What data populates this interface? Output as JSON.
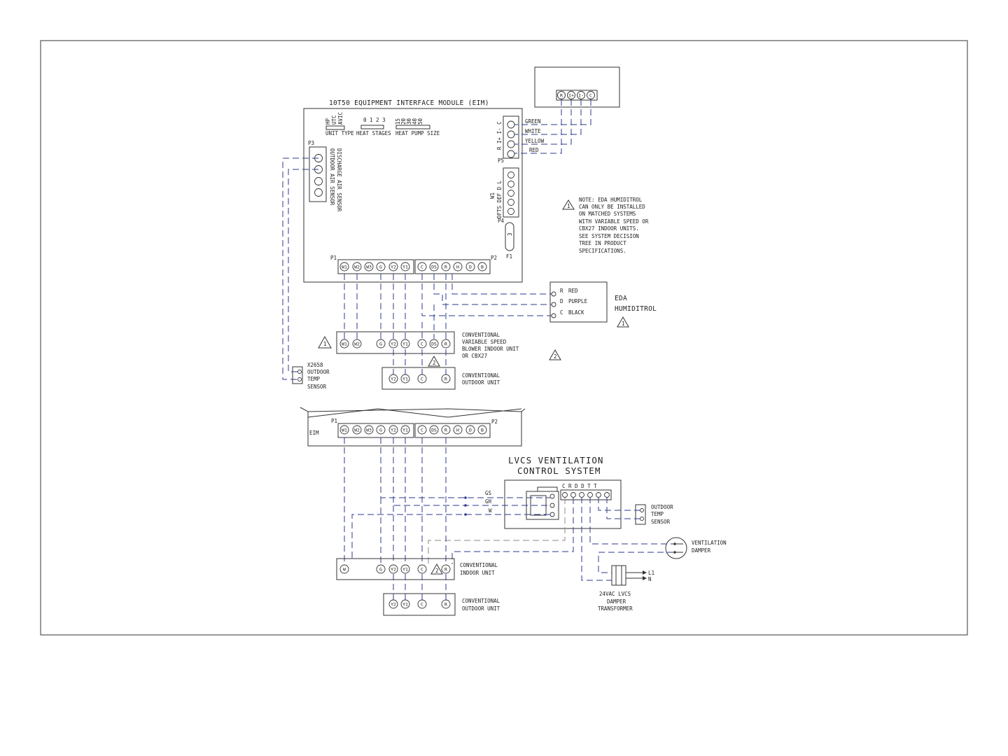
{
  "eim": {
    "title": "10T50 EQUIPMENT INTERFACE MODULE (EIM)",
    "jumper_unit_type_opts": [
      "HP",
      "UTC",
      "AVIC"
    ],
    "unit_type_label": "UNIT TYPE",
    "heat_stages_digits": "0 1 2 3",
    "heat_stages_label": "HEAT STAGES",
    "heat_pump_sizes": [
      "15",
      "20",
      "30",
      "40",
      "50"
    ],
    "heat_pump_size_label": "HEAT PUMP SIZE",
    "p3_label": "P3",
    "outdoor_air_sensor": "OUTDOOR AIR SENSOR",
    "discharge_air_sensor": "DISCHARGE AIR SENSOR",
    "p5_label": "P5",
    "p5_pins": "R  I+  I-  C",
    "p4_label": "P4",
    "w1_label": "W1",
    "defrost_pins": "DFTS DEF  D  L",
    "f1_label": "F1",
    "fuse_label": "3",
    "p1_label": "P1",
    "p2_label": "P2",
    "p1_terminals": [
      "W1",
      "W2",
      "W3",
      "G",
      "Y2",
      "Y1"
    ],
    "p2_terminals": [
      "C",
      "DS",
      "R",
      "H",
      "D",
      "B"
    ]
  },
  "thermostat": {
    "terminals": [
      "R",
      "I+",
      "I-",
      "C"
    ],
    "wires": [
      "GREEN",
      "WHITE",
      "YELLOW",
      "RED"
    ]
  },
  "note": {
    "marker": "1",
    "lines": [
      "NOTE: EDA HUMIDITROL",
      "CAN ONLY BE INSTALLED",
      "ON MATCHED SYSTEMS",
      "WITH VARIABLE SPEED OR",
      "CBX27 INDOOR UNITS.",
      "SEE SYSTEM DECISION",
      "TREE IN PRODUCT",
      "SPECIFICATIONS."
    ]
  },
  "eda": {
    "rows": [
      {
        "term": "R",
        "color": "RED"
      },
      {
        "term": "D",
        "color": "PURPLE"
      },
      {
        "term": "C",
        "color": "BLACK"
      }
    ],
    "title_line1": "EDA",
    "title_line2": "HUMIDITROL",
    "marker": "1"
  },
  "indoor_vs": {
    "marker": "1",
    "terminals": [
      "W1",
      "W2",
      "G",
      "Y2",
      "Y1",
      "C",
      "DS",
      "R"
    ],
    "label_lines": [
      "CONVENTIONAL",
      "VARIABLE SPEED",
      "BLOWER INDOOR UNIT",
      "OR CBX27"
    ],
    "marker2": "2"
  },
  "outdoor1": {
    "marker": "2",
    "terminals": [
      "Y2",
      "Y1",
      "C",
      "R"
    ],
    "label_lines": [
      "CONVENTIONAL",
      "OUTDOOR UNIT"
    ]
  },
  "sensor_x": {
    "label_lines": [
      "X2658",
      "OUTDOOR",
      "TEMP",
      "SENSOR"
    ]
  },
  "eim2": {
    "label": "EIM",
    "p1_label": "P1",
    "p2_label": "P2",
    "p1_terminals": [
      "W1",
      "W2",
      "W3",
      "G",
      "Y2",
      "Y1"
    ],
    "p2_terminals": [
      "C",
      "DS",
      "R",
      "H",
      "D",
      "B"
    ]
  },
  "lvcs": {
    "title_line1": "LVCS VENTILATION",
    "title_line2": "CONTROL SYSTEM",
    "terminal_letters": "C R D D T T",
    "wire_labels": [
      "GS",
      "GH",
      "W"
    ]
  },
  "outdoor_sensor2": {
    "label_lines": [
      "OUTDOOR",
      "TEMP",
      "SENSOR"
    ]
  },
  "vent_damper": {
    "label_lines": [
      "VENTILATION",
      "DAMPER"
    ]
  },
  "transformer": {
    "leads": [
      "L1",
      "N"
    ],
    "label_lines": [
      "24VAC LVCS",
      "DAMPER",
      "TRANSFORMER"
    ]
  },
  "indoor2": {
    "terminals": [
      "W",
      "G",
      "Y2",
      "Y1",
      "C",
      "R"
    ],
    "marker": "2",
    "label_lines": [
      "CONVENTIONAL",
      "INDOOR UNIT"
    ]
  },
  "outdoor2": {
    "terminals": [
      "Y2",
      "Y1",
      "C",
      "R"
    ],
    "label_lines": [
      "CONVENTIONAL",
      "OUTDOOR UNIT"
    ]
  }
}
